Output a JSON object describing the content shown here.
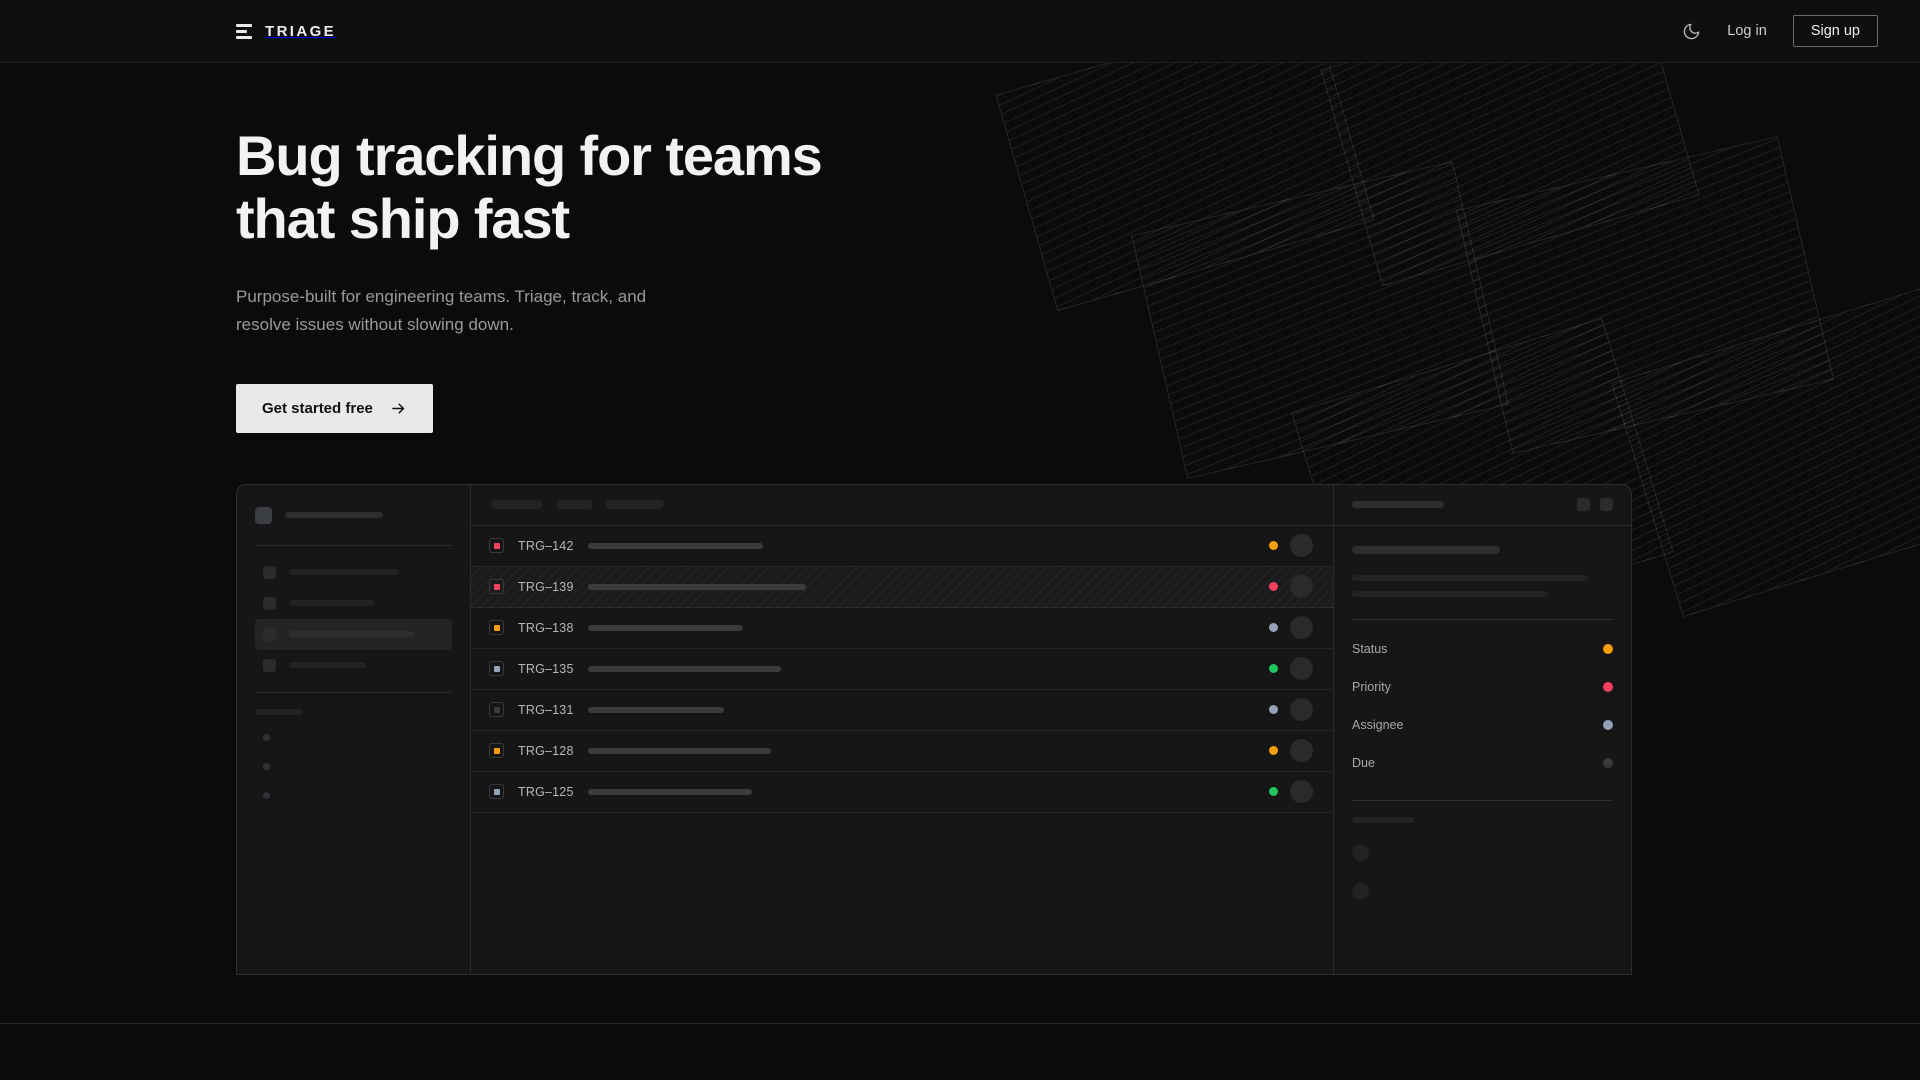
{
  "header": {
    "brand": "TRIAGE",
    "brand_mark_icon": "stacked-bars-icon",
    "theme_toggle_icon": "moon-icon",
    "login_label": "Log in",
    "signup_label": "Sign up"
  },
  "hero": {
    "title_line1": "Bug tracking for teams",
    "title_line2": "that ship fast",
    "subtitle_line1": "Purpose-built for engineering teams. Triage, track, and",
    "subtitle_line2": "resolve issues without slowing down.",
    "cta_label": "Get started free",
    "cta_icon": "arrow-right-icon"
  },
  "colors": {
    "page_bg": "#0b0b0c",
    "header_bg": "#0f0f10",
    "panel_bg": "#161617",
    "accent_amber": "#f59e0b",
    "accent_pink": "#f43f5e",
    "accent_green": "#22c55e",
    "accent_slate": "#94a3b8",
    "accent_empty": "#3a3a3d",
    "cta_bg": "#e9e9e9",
    "text_primary": "#f2f2f2",
    "text_muted": "#9a9a9c"
  },
  "mockup": {
    "sidebar": {
      "workspace_width": 98,
      "nav_items": [
        {
          "width": 110,
          "active": false
        },
        {
          "width": 86,
          "active": false
        },
        {
          "width": 125,
          "active": true
        },
        {
          "width": 77,
          "active": false
        }
      ],
      "section_label_width": 48,
      "mini_items": 3
    },
    "list": {
      "toolbar_chips": [
        52,
        37,
        58
      ],
      "rows": [
        {
          "id": "TRG–142",
          "chip": "#f43f5e",
          "bar": 175,
          "status": "#f59e0b",
          "highlighted": false
        },
        {
          "id": "TRG–139",
          "chip": "#f43f5e",
          "bar": 218,
          "status": "#f43f5e",
          "highlighted": true
        },
        {
          "id": "TRG–138",
          "chip": "#f59e0b",
          "bar": 155,
          "status": "#94a3b8",
          "highlighted": false
        },
        {
          "id": "TRG–135",
          "chip": "#94a3b8",
          "bar": 193,
          "status": "#22c55e",
          "highlighted": false
        },
        {
          "id": "TRG–131",
          "chip": "#3a3a3d",
          "bar": 136,
          "status": "#94a3b8",
          "highlighted": false
        },
        {
          "id": "TRG–128",
          "chip": "#f59e0b",
          "bar": 183,
          "status": "#f59e0b",
          "highlighted": false
        },
        {
          "id": "TRG–125",
          "chip": "#94a3b8",
          "bar": 164,
          "status": "#22c55e",
          "highlighted": false
        }
      ]
    },
    "detail": {
      "title_width": 92,
      "action_buttons": 2,
      "summary_width": 148,
      "body_lines": [
        236,
        196
      ],
      "meta": [
        {
          "label": "Status",
          "dot": "#f59e0b"
        },
        {
          "label": "Priority",
          "dot": "#f43f5e"
        },
        {
          "label": "Assignee",
          "dot": "#94a3b8"
        },
        {
          "label": "Due",
          "dot": "#3a3a3d"
        }
      ],
      "activity_label_width": 62,
      "activity_rows": 2
    }
  }
}
